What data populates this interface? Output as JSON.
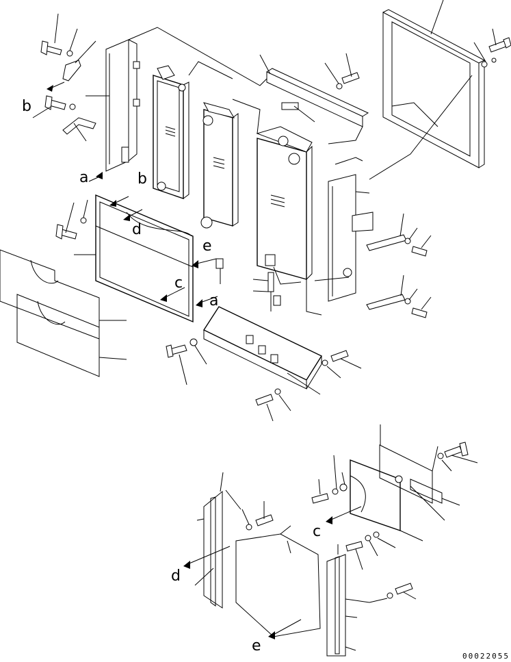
{
  "drawing": {
    "callouts": {
      "a": "a",
      "b": "b",
      "c": "c",
      "d": "d",
      "e": "e"
    },
    "part_number": "00022055"
  }
}
